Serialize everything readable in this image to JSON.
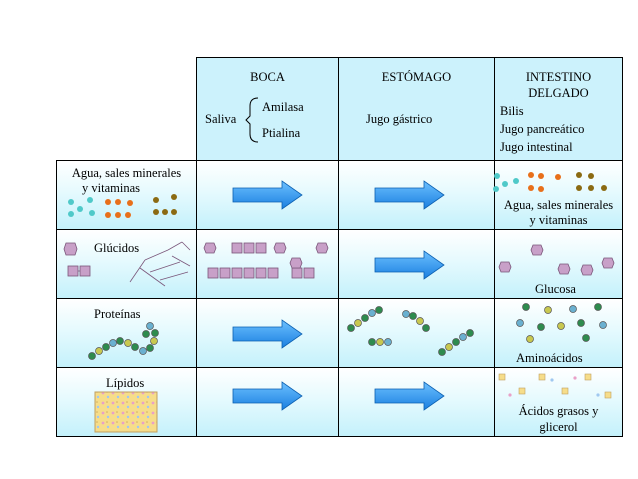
{
  "header": {
    "boca": "BOCA",
    "estomago": "ESTÓMAGO",
    "intestino_line1": "INTESTINO",
    "intestino_line2": "DELGADO",
    "saliva": "Saliva",
    "amilasa": "Amilasa",
    "ptialina": "Ptialina",
    "jugo_gastrico": "Jugo gástrico",
    "bilis": "Bilis",
    "jugo_pancreatico": "Jugo pancreático",
    "jugo_intestinal": "Jugo intestinal"
  },
  "rows": [
    {
      "label_line1": "Agua, sales minerales",
      "label_line2": "y vitaminas",
      "result_line1": "Agua, sales minerales",
      "result_line2": "y vitaminas"
    },
    {
      "label_line1": "Glúcidos",
      "label_line2": "",
      "result_line1": "Glucosa",
      "result_line2": ""
    },
    {
      "label_line1": "Proteínas",
      "label_line2": "",
      "result_line1": "Aminoácidos",
      "result_line2": ""
    },
    {
      "label_line1": "Lípidos",
      "label_line2": "",
      "result_line1": "Ácidos grasos y",
      "result_line2": "glicerol"
    }
  ],
  "colors": {
    "header_bg": "#ccf2fc",
    "arrow_fill": "#1e90ff",
    "water": "#4fc9c9",
    "salt": "#e86f1a",
    "vitamin": "#8b6a12",
    "sugar": "#c8a0c8",
    "amino_green": "#2e8b4e",
    "amino_yellow": "#c8c850",
    "lipid": "#f6dd8a"
  },
  "icons": [
    "arrow-right-icon",
    "molecule-icon"
  ]
}
